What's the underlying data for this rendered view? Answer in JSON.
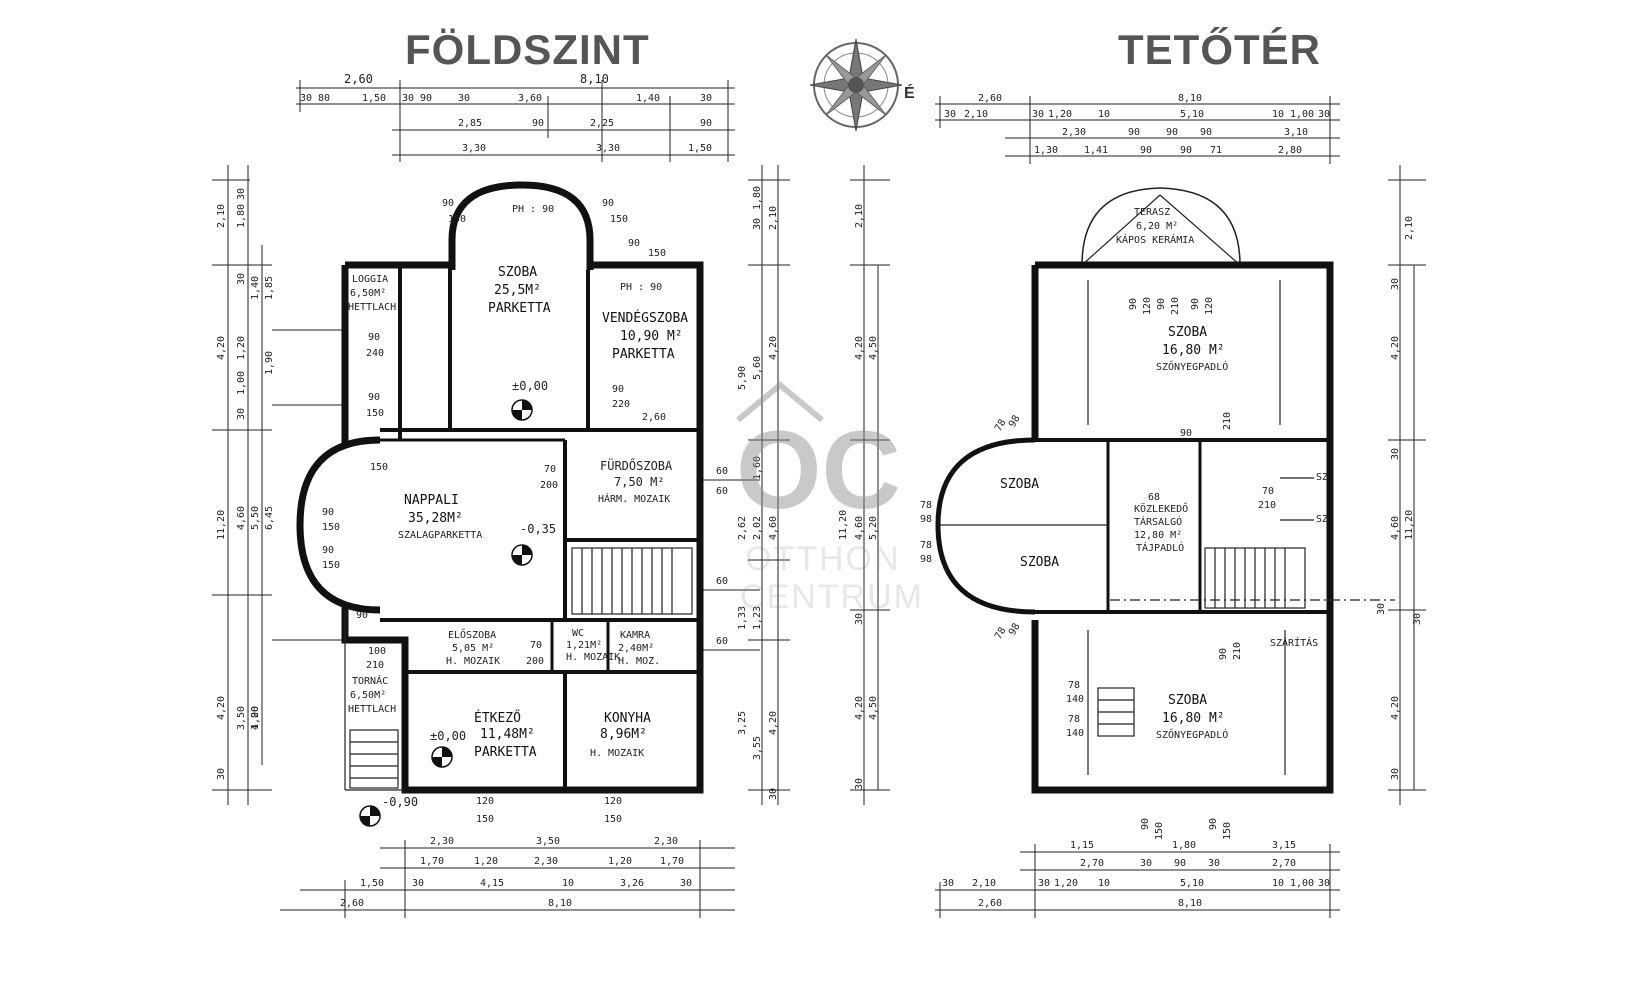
{
  "titles": {
    "ground_floor": "FÖLDSZINT",
    "attic": "TETŐTÉR"
  },
  "compass": {
    "north_label": "É"
  },
  "watermark": {
    "mark": "OC",
    "line1": "OTTHON",
    "line2": "CENTRUM"
  },
  "colors": {
    "ink": "#111111",
    "title": "#555555",
    "watermark": "#8a8a8a"
  },
  "ground": {
    "rooms": {
      "szoba_name": "SZOBA",
      "szoba_area": "25,5M²",
      "szoba_floor": "PARKETTA",
      "vendeg_name": "VENDÉGSZOBA",
      "vendeg_area": "10,90 M²",
      "vendeg_floor": "PARKETTA",
      "loggia_name": "LOGGIA",
      "loggia_area": "6,50M²",
      "loggia_floor": "HETTLACH",
      "nappali_name": "NAPPALI",
      "nappali_area": "35,28M²",
      "nappali_floor": "SZALAGPARKETTA",
      "furdo_name": "FÜRDŐSZOBA",
      "furdo_area": "7,50 M²",
      "furdo_floor": "HÁRM. MOZAIK",
      "eloszoba_name": "ELŐSZOBA",
      "eloszoba_area": "5,05 M²",
      "eloszoba_floor": "H. MOZAIK",
      "wc_name": "WC",
      "wc_area": "1,21M²",
      "wc_floor": "H. MOZAIK",
      "kamra_name": "KAMRA",
      "kamra_area": "2,40M²",
      "kamra_floor": "H. MOZ.",
      "tornac_name": "TORNÁC",
      "tornac_area": "6,50M²",
      "tornac_floor": "HETTLACH",
      "etkezo_name": "ÉTKEZŐ",
      "etkezo_area": "11,48M²",
      "etkezo_floor": "PARKETTA",
      "konyha_name": "KONYHA",
      "konyha_area": "8,96M²",
      "konyha_floor": "H. MOZAIK"
    },
    "levels": {
      "l1": "±0,00",
      "l2": "-0,35",
      "l3": "±0,00",
      "l4": "-0,90"
    },
    "top_dims": {
      "r1a": "2,60",
      "r1b": "8,10",
      "r2a": "30",
      "r2b": "80",
      "r2c": "1,50",
      "r2d": "30",
      "r2e": "90",
      "r2f": "30",
      "r2g": "3,60",
      "r2h": "1,40",
      "r2i": "30",
      "r3a": "2,85",
      "r3b": "90",
      "r3c": "2,25",
      "r3d": "90",
      "r4a": "3,30",
      "r4b": "3,30",
      "r4c": "1,50",
      "ph": "PH : 90",
      "ph2": "PH : 90",
      "p90": "90",
      "p150": "150"
    },
    "bottom_dims": {
      "r1a": "2,30",
      "r1b": "3,50",
      "r1c": "2,30",
      "r2a": "1,70",
      "r2b": "1,20",
      "r2c": "2,30",
      "r2d": "1,20",
      "r2e": "1,70",
      "r3a": "1,50",
      "r3b": "30",
      "r3c": "4,15",
      "r3d": "10",
      "r3e": "3,26",
      "r3f": "30",
      "r4a": "2,60",
      "r4b": "8,10",
      "w1": "120",
      "w1b": "150",
      "w2": "120",
      "w2b": "150"
    },
    "left_dims": {
      "a1": "2,10",
      "a2": "1,80",
      "a3": "30",
      "b1": "4,20",
      "b2": "1,20",
      "b3": "1,00",
      "b4": "30",
      "c1": "11,20",
      "c2": "4,60",
      "c3": "5,50",
      "c4": "6,45",
      "d1": "4,20",
      "d2": "3,50",
      "d3": "1,00",
      "d4": "30",
      "e1": "30",
      "e2": "1,40",
      "e3": "1,85",
      "e4": "1,90",
      "e5": "4,20"
    },
    "right_dims": {
      "a1": "30",
      "a2": "1,80",
      "a3": "2,10",
      "b1": "5,90",
      "b2": "5,60",
      "b3": "4,20",
      "c1": "2,62",
      "c2": "2,02",
      "c3": "4,60",
      "c4": "1,60",
      "d1": "1,33",
      "d2": "1,23",
      "d3": "3,25",
      "d4": "3,55",
      "d5": "4,20",
      "e1": "30",
      "e2": "60",
      "e3": "60",
      "e4": "60",
      "e5": "60"
    },
    "window_marks": {
      "w90a": "90",
      "w150a": "150",
      "w90b": "90",
      "w150b": "150",
      "w90c": "90",
      "w150c": "150",
      "w90d": "90",
      "w150d": "150",
      "w90e": "90",
      "w240": "240",
      "w90f": "90",
      "w220": "220",
      "w260": "2,60",
      "w70a": "70",
      "w200a": "200",
      "w70b": "70",
      "w200b": "200",
      "w100": "100",
      "w210": "210",
      "w90g": "90",
      "w150g": "150",
      "w90h": "90",
      "w150h": "150",
      "w90i": "90",
      "w150i": "150"
    }
  },
  "attic": {
    "rooms": {
      "terasz_name": "TERASZ",
      "terasz_area": "6,20 M²",
      "terasz_floor": "KÁPOS KERÁMIA",
      "szoba1_name": "SZOBA",
      "szoba1_area": "16,80 M²",
      "szoba1_floor": "SZŐNYEGPADLÓ",
      "szoba2_name": "SZOBA",
      "szoba3_name": "SZOBA",
      "kozlek_name": "KÖZLEKEDŐ",
      "kozlek_name2": "TÁRSALGÓ",
      "kozlek_area": "12,80 M²",
      "kozlek_floor": "TÁJPADLÓ",
      "szarit_name": "SZÁRÍTÁS",
      "szoba4_name": "SZOBA",
      "szoba4_area": "16,80 M²",
      "szoba4_floor": "SZŐNYEGPADLÓ",
      "sz1": "SZ",
      "sz2": "SZ"
    },
    "top_dims": {
      "r1a": "2,60",
      "r1b": "8,10",
      "r2a": "30",
      "r2b": "2,10",
      "r2c": "30",
      "r2d": "1,20",
      "r2e": "10",
      "r2f": "5,10",
      "r2g": "10",
      "r2h": "1,00",
      "r2i": "30",
      "r3a": "2,30",
      "r3b": "90",
      "r3c": "90",
      "r3d": "90",
      "r3e": "3,10",
      "r4a": "1,30",
      "r4b": "1,41",
      "r4c": "90",
      "r4d": "90",
      "r4e": "71",
      "r4f": "2,80"
    },
    "bottom_dims": {
      "r1a": "1,15",
      "r1b": "1,80",
      "r1c": "3,15",
      "r2a": "2,70",
      "r2b": "30",
      "r2c": "90",
      "r2d": "30",
      "r2e": "2,70",
      "r3a": "30",
      "r3b": "2,10",
      "r3c": "30",
      "r3d": "1,20",
      "r3e": "10",
      "r3f": "5,10",
      "r3g": "10",
      "r3h": "1,00",
      "r3i": "30",
      "r4a": "2,60",
      "r4b": "8,10",
      "w1": "90",
      "w1b": "150",
      "w2": "90",
      "w2b": "150"
    },
    "left_dims": {
      "a1": "2,10",
      "b1": "4,20",
      "b2": "4,50",
      "c1": "11,20",
      "c2": "4,60",
      "c3": "5,20",
      "d1": "30",
      "d2": "4,20",
      "d3": "4,50",
      "d4": "30"
    },
    "right_dims": {
      "a1": "2,10",
      "a2": "30",
      "b1": "4,20",
      "c1": "30",
      "c2": "4,60",
      "c3": "11,20",
      "c4": "30",
      "d1": "4,20",
      "d2": "30"
    },
    "window_marks": {
      "m90a": "90",
      "m120a": "120",
      "m90b": "90",
      "m210": "210",
      "m90c": "90",
      "m120b": "120",
      "m78a": "78",
      "m98a": "98",
      "m78b": "78",
      "m98b": "98",
      "m78c": "78",
      "m98c": "98",
      "m78d": "78",
      "m98d": "98",
      "m90d": "90",
      "m210b": "210",
      "m70": "70",
      "m210c": "210",
      "m68": "68",
      "m30": "30",
      "m78e": "78",
      "m140a": "140",
      "m78f": "78",
      "m140b": "140",
      "m90e": "90",
      "m210d": "210"
    }
  }
}
